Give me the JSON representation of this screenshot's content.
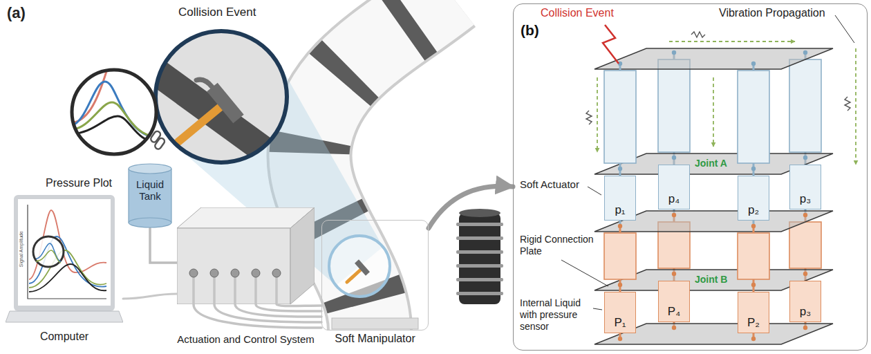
{
  "diagram": {
    "nodes": [
      {
        "text": [
          "Liquid Tank"
        ]
      },
      {
        "text": [
          "Computer"
        ]
      },
      {
        "text": [
          "Actuation and Control System"
        ]
      },
      {
        "text": [
          "Soft Manipulator"
        ]
      },
      {
        "text": [
          "(b)"
        ]
      },
      {
        "text": [
          "p₁"
        ],
        "in": 4
      },
      {
        "text": [
          "p₄"
        ],
        "in": 4
      },
      {
        "text": [
          "p₂"
        ],
        "in": 4
      },
      {
        "text": [
          "p₃"
        ],
        "in": 4
      },
      {
        "text": [
          "P₁"
        ],
        "in": 4
      },
      {
        "text": [
          "P₄"
        ],
        "in": 4
      },
      {
        "text": [
          "P₂"
        ],
        "in": 4
      },
      {
        "text": [
          "p₃"
        ],
        "in": 4
      }
    ],
    "edges": [
      {
        "from": 0,
        "to": 2,
        "arrow": "none"
      },
      {
        "from": 1,
        "to": 2,
        "arrow": "none"
      },
      {
        "from": 2,
        "to": 3,
        "arrow": "none"
      },
      {
        "from": 3,
        "to": 4,
        "arrow": "to"
      }
    ],
    "labels": [
      "(a)",
      "Collision Event",
      "Pressure Plot",
      "Signal Amplitude",
      "Collision Event",
      "Vibration Propagation",
      "Soft Actuator",
      "Joint A",
      "Rigid Connection Plate",
      "Joint B",
      "Internal Liquid with pressure sensor"
    ]
  }
}
